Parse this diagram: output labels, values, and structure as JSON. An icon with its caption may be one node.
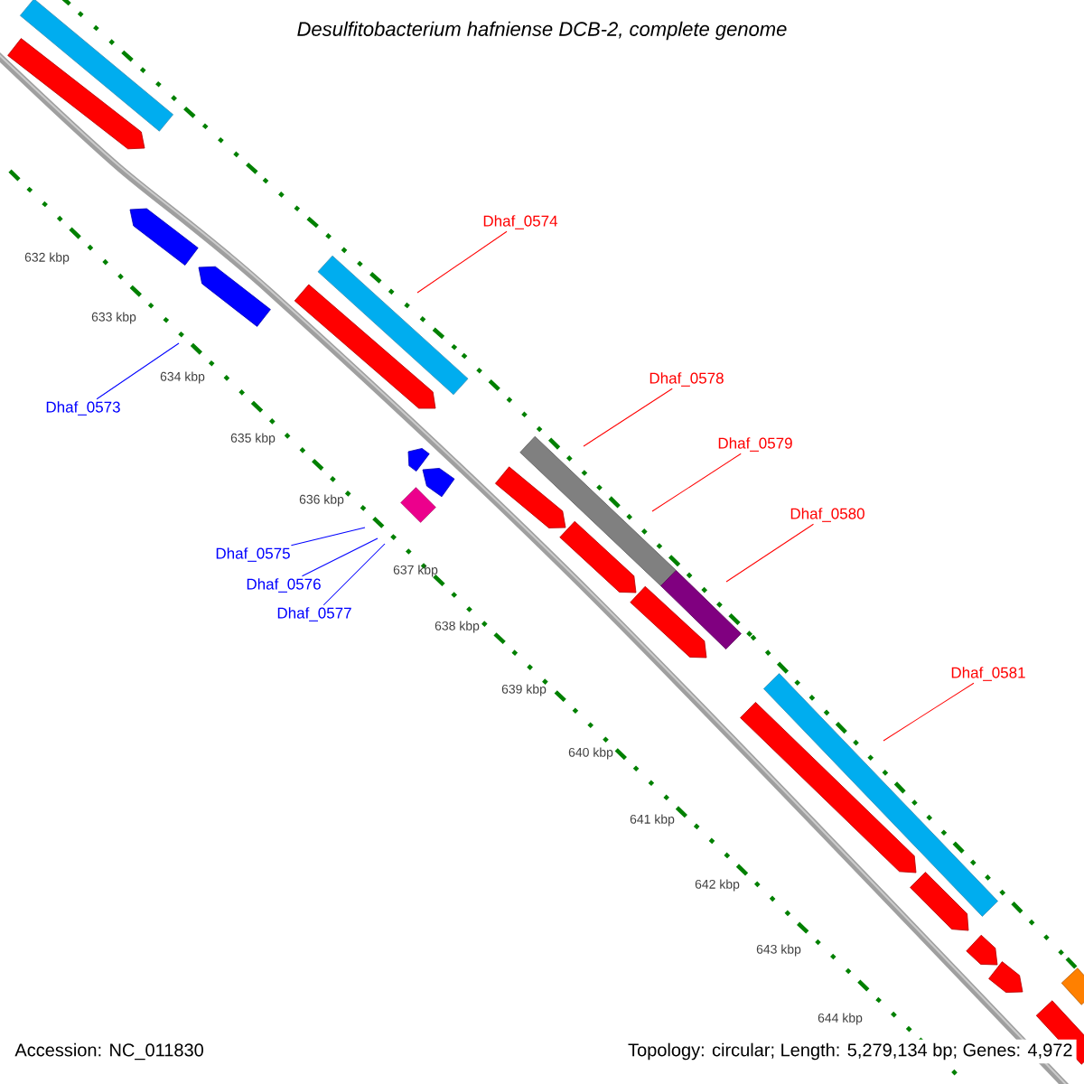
{
  "diagram": {
    "title": "Desulfitobacterium hafniense DCB-2, complete genome",
    "nodes": [
      {
        "text": [
          "Dhaf_0573"
        ]
      },
      {
        "text": [
          "Dhaf_0574"
        ]
      },
      {
        "text": [
          "Dhaf_0575"
        ]
      },
      {
        "text": [
          "Dhaf_0576"
        ]
      },
      {
        "text": [
          "Dhaf_0577"
        ]
      },
      {
        "text": [
          "Dhaf_0578"
        ]
      },
      {
        "text": [
          "Dhaf_0579"
        ]
      },
      {
        "text": [
          "Dhaf_0580"
        ]
      },
      {
        "text": [
          "Dhaf_0581"
        ]
      }
    ],
    "edges": [
      {
        "from": 0,
        "to": null,
        "arrow": "none",
        "color": "#0000ff"
      },
      {
        "from": 1,
        "to": null,
        "arrow": "none"
      },
      {
        "from": 2,
        "to": null,
        "arrow": "none",
        "color": "#0000ff"
      },
      {
        "from": 3,
        "to": null,
        "arrow": "none",
        "color": "#0000ff"
      },
      {
        "from": 4,
        "to": null,
        "arrow": "none",
        "color": "#0000ff"
      },
      {
        "from": 5,
        "to": null,
        "arrow": "none"
      },
      {
        "from": 6,
        "to": null,
        "arrow": "none"
      },
      {
        "from": 7,
        "to": null,
        "arrow": "none"
      },
      {
        "from": 8,
        "to": null,
        "arrow": "none"
      }
    ],
    "labels": [
      "632 kbp",
      "633 kbp",
      "634 kbp",
      "635 kbp",
      "636 kbp",
      "637 kbp",
      "638 kbp",
      "639 kbp",
      "640 kbp",
      "641 kbp",
      "642 kbp",
      "643 kbp",
      "644 kbp",
      "Accession: NC_011830",
      "Topology: circular; Length: 5,279,134 bp; Genes: 4,972"
    ]
  }
}
